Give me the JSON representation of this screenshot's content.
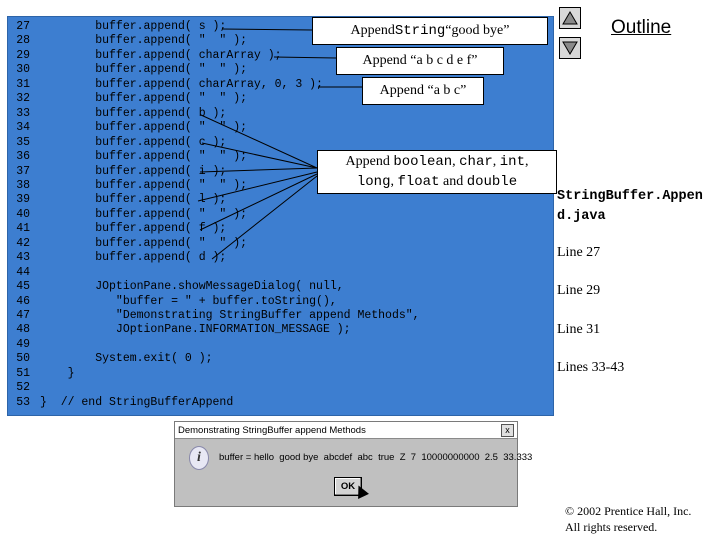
{
  "code_lines": [
    {
      "n": "27",
      "text": "        buffer.append( s );"
    },
    {
      "n": "28",
      "text": "        buffer.append( \"  \" );"
    },
    {
      "n": "29",
      "text": "        buffer.append( charArray );"
    },
    {
      "n": "30",
      "text": "        buffer.append( \"  \" );"
    },
    {
      "n": "31",
      "text": "        buffer.append( charArray, 0, 3 );"
    },
    {
      "n": "32",
      "text": "        buffer.append( \"  \" );"
    },
    {
      "n": "33",
      "text": "        buffer.append( b );"
    },
    {
      "n": "34",
      "text": "        buffer.append( \"  \" );"
    },
    {
      "n": "35",
      "text": "        buffer.append( c );"
    },
    {
      "n": "36",
      "text": "        buffer.append( \"  \" );"
    },
    {
      "n": "37",
      "text": "        buffer.append( i );"
    },
    {
      "n": "38",
      "text": "        buffer.append( \"  \" );"
    },
    {
      "n": "39",
      "text": "        buffer.append( l );"
    },
    {
      "n": "40",
      "text": "        buffer.append( \"  \" );"
    },
    {
      "n": "41",
      "text": "        buffer.append( f );"
    },
    {
      "n": "42",
      "text": "        buffer.append( \"  \" );"
    },
    {
      "n": "43",
      "text": "        buffer.append( d );"
    },
    {
      "n": "44",
      "text": ""
    },
    {
      "n": "45",
      "text": "        JOptionPane.showMessageDialog( null,"
    },
    {
      "n": "46",
      "text": "           \"buffer = \" + buffer.toString(),"
    },
    {
      "n": "47",
      "text": "           \"Demonstrating StringBuffer append Methods\","
    },
    {
      "n": "48",
      "text": "           JOptionPane.INFORMATION_MESSAGE );"
    },
    {
      "n": "49",
      "text": ""
    },
    {
      "n": "50",
      "text": "        System.exit( 0 );"
    },
    {
      "n": "51",
      "text": "    }"
    },
    {
      "n": "52",
      "text": ""
    },
    {
      "n": "53",
      "text": "}  // end StringBufferAppend"
    }
  ],
  "callouts": {
    "string": {
      "prefix": "Append ",
      "mono": "String",
      "suffix": " “good bye”"
    },
    "chars_full": "Append “a b c d e f”",
    "chars_part": "Append “a b c”",
    "primitives": {
      "prefix": "Append ",
      "m1": "boolean",
      "s1": ", ",
      "m2": "char",
      "s2": ", ",
      "m3": "int",
      "s3": ",",
      "m4": "long",
      "s4": ", ",
      "m5": "float",
      "s5": " and ",
      "m6": "double"
    }
  },
  "sidebar": {
    "title": "Outline",
    "file": "StringBuffer.Append.java",
    "labels": [
      "Line 27",
      "Line 29",
      "Line 31",
      "Lines 33-43"
    ]
  },
  "dialog": {
    "title": "Demonstrating StringBuffer append Methods",
    "close": "x",
    "icon": "i",
    "message": "buffer = hello  good bye  abcdef  abc  true  Z  7  10000000000  2.5  33.333",
    "ok_label": "OK"
  },
  "copyright": {
    "line1": "© 2002 Prentice Hall, Inc.",
    "line2": "All rights reserved."
  },
  "icons": {
    "up": "triangle-up-icon",
    "down": "triangle-down-icon"
  }
}
